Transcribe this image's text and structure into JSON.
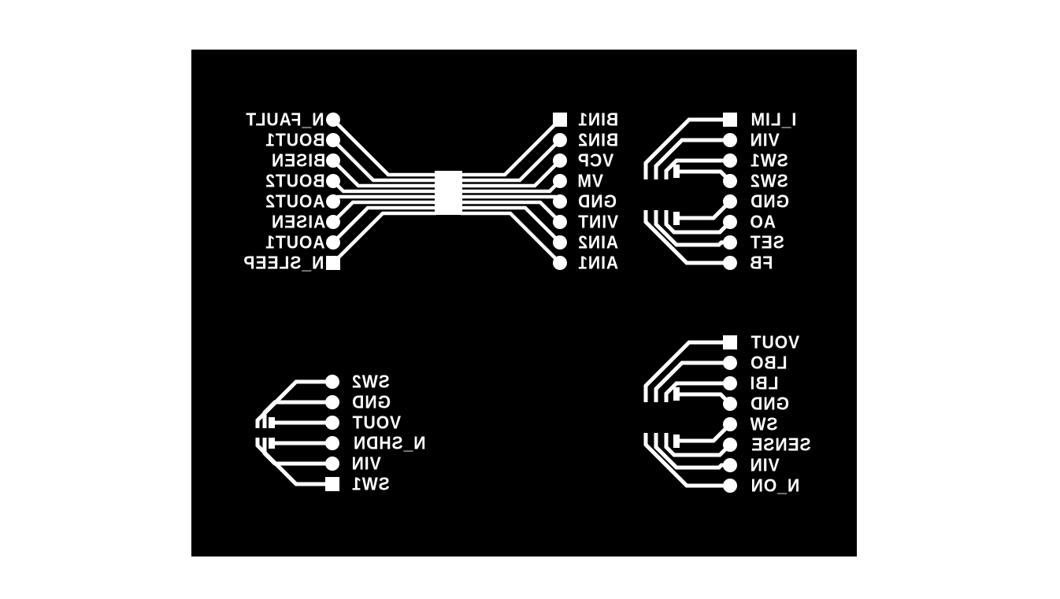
{
  "board": {
    "type": "pcb-bottom-copper-layer",
    "background_color": "#000000",
    "copper_color": "#ffffff",
    "page_background": "#ffffff",
    "text_mirrored": true,
    "groups": [
      {
        "name": "center-ic-footprint",
        "left_pins": [
          {
            "label": "N_FAULT",
            "pad": "round"
          },
          {
            "label": "BOUT1",
            "pad": "round"
          },
          {
            "label": "BISEN",
            "pad": "round"
          },
          {
            "label": "BOUT2",
            "pad": "round"
          },
          {
            "label": "AOUT2",
            "pad": "round"
          },
          {
            "label": "AISEN",
            "pad": "round"
          },
          {
            "label": "AOUT1",
            "pad": "round"
          },
          {
            "label": "N_SLEEP",
            "pad": "square"
          }
        ],
        "right_pins": [
          {
            "label": "BIN1",
            "pad": "square"
          },
          {
            "label": "BIN2",
            "pad": "round"
          },
          {
            "label": "VCP",
            "pad": "round"
          },
          {
            "label": "VM",
            "pad": "round"
          },
          {
            "label": "GND",
            "pad": "round"
          },
          {
            "label": "VINT",
            "pad": "round"
          },
          {
            "label": "AIN2",
            "pad": "round"
          },
          {
            "label": "AIN1",
            "pad": "round"
          }
        ]
      },
      {
        "name": "top-right-footprint",
        "pins": [
          {
            "label": "I_LIM",
            "pad": "square"
          },
          {
            "label": "VIN",
            "pad": "round"
          },
          {
            "label": "SW1",
            "pad": "round"
          },
          {
            "label": "SW2",
            "pad": "round"
          },
          {
            "label": "GND",
            "pad": "round"
          },
          {
            "label": "AO",
            "pad": "round"
          },
          {
            "label": "SET",
            "pad": "round"
          },
          {
            "label": "FB",
            "pad": "round"
          }
        ]
      },
      {
        "name": "bottom-left-footprint",
        "pins": [
          {
            "label": "SW2",
            "pad": "round"
          },
          {
            "label": "GND",
            "pad": "round"
          },
          {
            "label": "VOUT",
            "pad": "round"
          },
          {
            "label": "N_SHDN",
            "pad": "round"
          },
          {
            "label": "VIN",
            "pad": "round"
          },
          {
            "label": "SW1",
            "pad": "square"
          }
        ]
      },
      {
        "name": "bottom-right-footprint",
        "pins": [
          {
            "label": "VOUT",
            "pad": "square"
          },
          {
            "label": "LBO",
            "pad": "round"
          },
          {
            "label": "LBI",
            "pad": "round"
          },
          {
            "label": "GND",
            "pad": "round"
          },
          {
            "label": "SW",
            "pad": "round"
          },
          {
            "label": "SENSE",
            "pad": "round"
          },
          {
            "label": "VIN",
            "pad": "round"
          },
          {
            "label": "N_ON",
            "pad": "round"
          }
        ]
      }
    ]
  }
}
